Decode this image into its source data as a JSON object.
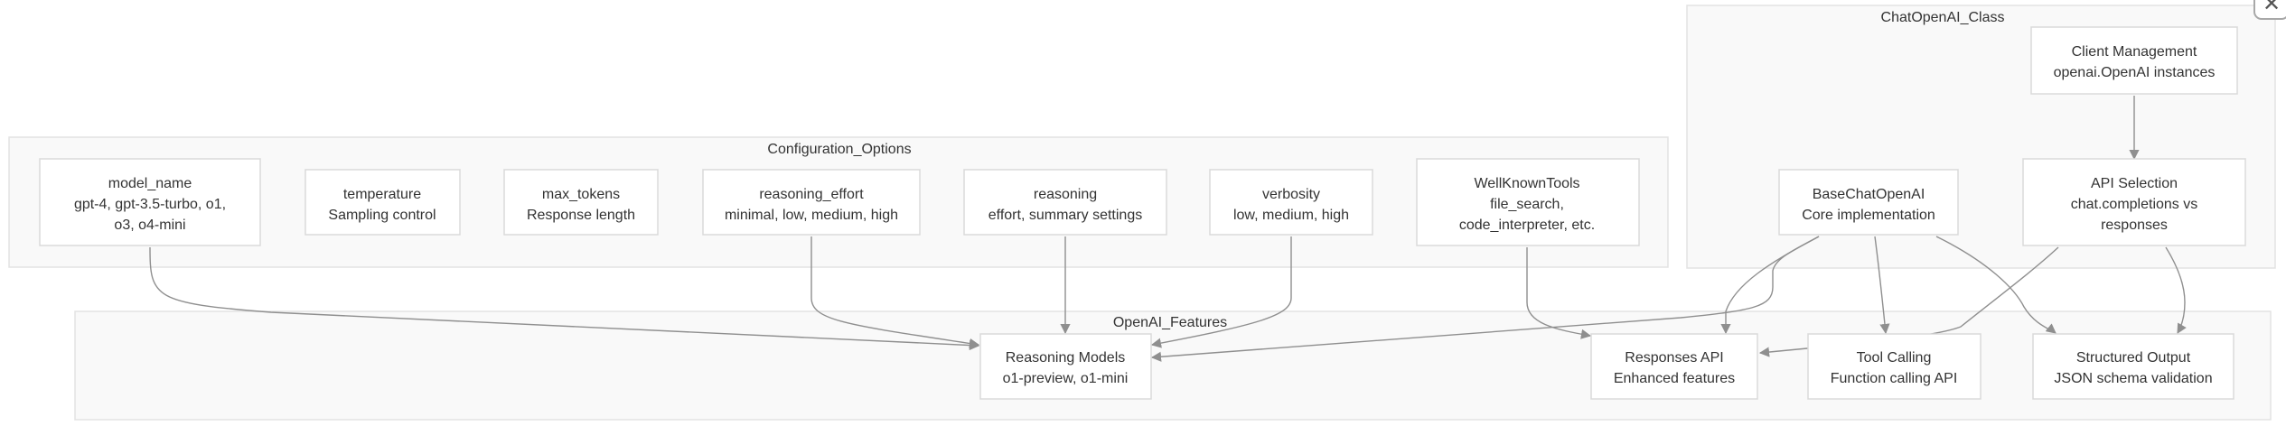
{
  "clusters": {
    "config": "Configuration_Options",
    "features": "OpenAI_Features",
    "class": "ChatOpenAI_Class"
  },
  "nodes": {
    "model_name": [
      "model_name",
      "gpt-4, gpt-3.5-turbo, o1,",
      "o3, o4-mini"
    ],
    "temperature": [
      "temperature",
      "Sampling control"
    ],
    "max_tokens": [
      "max_tokens",
      "Response length"
    ],
    "reasoning_effort": [
      "reasoning_effort",
      "minimal, low, medium, high"
    ],
    "reasoning": [
      "reasoning",
      "effort, summary settings"
    ],
    "verbosity": [
      "verbosity",
      "low, medium, high"
    ],
    "wellknown": [
      "WellKnownTools",
      "file_search,",
      "code_interpreter, etc."
    ],
    "base": [
      "BaseChatOpenAI",
      "Core implementation"
    ],
    "api_selection": [
      "API Selection",
      "chat.completions vs",
      "responses"
    ],
    "client": [
      "Client Management",
      "openai.OpenAI instances"
    ],
    "reasoning_models": [
      "Reasoning Models",
      "o1-preview, o1-mini"
    ],
    "responses_api": [
      "Responses API",
      "Enhanced features"
    ],
    "tool_calling": [
      "Tool Calling",
      "Function calling API"
    ],
    "structured_output": [
      "Structured Output",
      "JSON schema validation"
    ]
  },
  "edges": [
    [
      "model_name",
      "reasoning_models"
    ],
    [
      "reasoning_effort",
      "reasoning_models"
    ],
    [
      "reasoning",
      "reasoning_models"
    ],
    [
      "verbosity",
      "reasoning_models"
    ],
    [
      "wellknown",
      "responses_api"
    ],
    [
      "base",
      "reasoning_models"
    ],
    [
      "base",
      "responses_api"
    ],
    [
      "base",
      "tool_calling"
    ],
    [
      "base",
      "structured_output"
    ],
    [
      "api_selection",
      "responses_api"
    ],
    [
      "api_selection",
      "structured_output"
    ],
    [
      "client",
      "api_selection"
    ]
  ],
  "close_icon": "close-icon"
}
